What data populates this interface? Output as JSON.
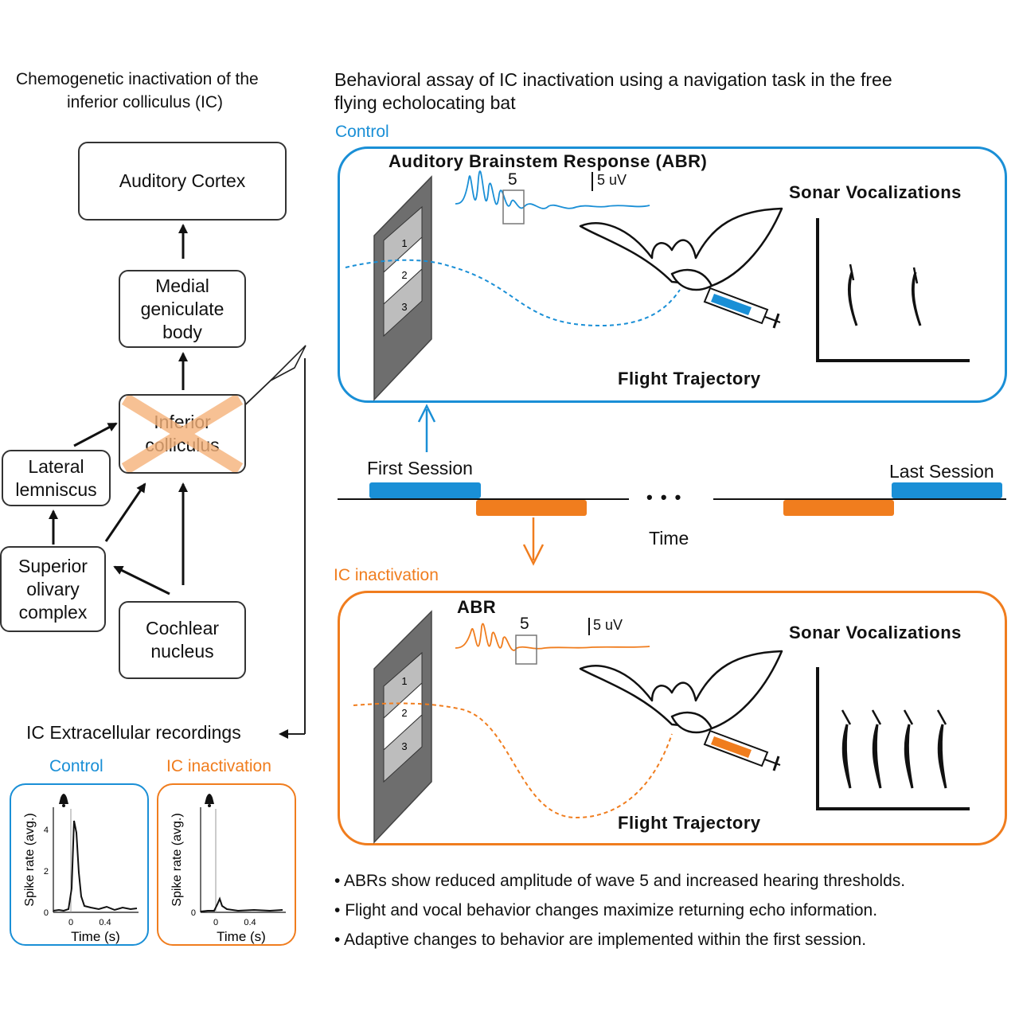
{
  "left_title": [
    "Chemogenetic inactivation of the",
    "inferior colliculus (IC)"
  ],
  "right_title": [
    "Behavioral assay of IC inactivation using a navigation task in the free",
    "flying echolocating bat"
  ],
  "pathway": {
    "auditory_cortex": "Auditory Cortex",
    "mgb": [
      "Medial",
      "geniculate",
      "body"
    ],
    "ic": [
      "Inferior",
      "colliculus"
    ],
    "ll": [
      "Lateral",
      "lemniscus"
    ],
    "soc": [
      "Superior",
      "olivary",
      "complex"
    ],
    "cn": [
      "Cochlear",
      "nucleus"
    ]
  },
  "recordings_label": "IC Extracellular recordings",
  "psth": {
    "control_label": "Control",
    "ic_label": "IC inactivation",
    "ylabel": "Spike rate (avg.)",
    "xlabel": "Time (s)",
    "yticks": [
      "0",
      "2",
      "4"
    ],
    "xticks": [
      "0",
      "0.4"
    ]
  },
  "panels": {
    "control_label": "Control",
    "ic_label": "IC inactivation",
    "abr_control": "Auditory Brainstem Response (ABR)",
    "abr_ic": "ABR",
    "wave5": "5",
    "scale": "5 uV",
    "sonar": "Sonar Vocalizations",
    "flight": "Flight Trajectory",
    "doors": [
      "1",
      "2",
      "3"
    ]
  },
  "timeline": {
    "first_session": "First Session",
    "last_session": "Last Session",
    "dots": "• • •",
    "time": "Time"
  },
  "bullets": [
    "ABRs show reduced amplitude of wave 5 and increased hearing thresholds.",
    "Flight and vocal behavior changes maximize returning echo information.",
    "Adaptive changes to behavior are implemented within the first session."
  ],
  "colors": {
    "control": "#1a8fd6",
    "ic": "#f07d1e",
    "cross": "#f5b27a"
  }
}
